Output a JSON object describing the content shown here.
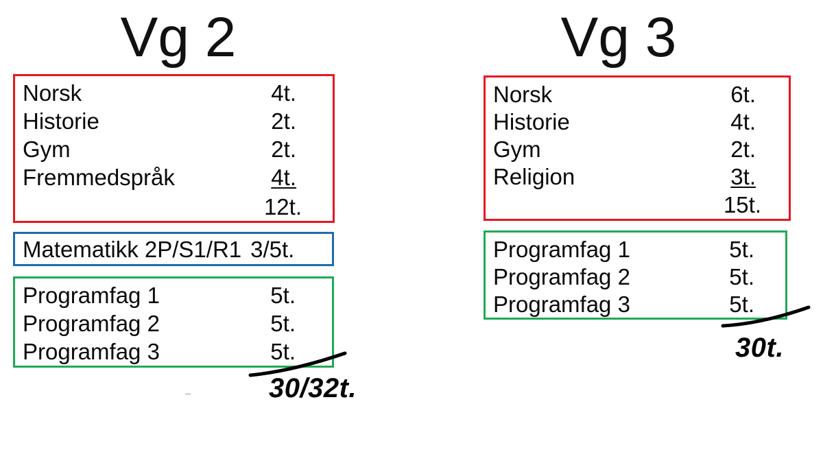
{
  "columns": [
    {
      "title": "Vg 2",
      "groups": [
        {
          "name": "common-subjects",
          "color": "#e8171f",
          "rows": [
            {
              "subject": "Norsk",
              "hours": "4t."
            },
            {
              "subject": "Historie",
              "hours": "2t."
            },
            {
              "subject": "Gym",
              "hours": "2t."
            },
            {
              "subject": "Fremmedspråk",
              "hours": "4t."
            },
            {
              "subject": "",
              "hours": "12t."
            }
          ]
        },
        {
          "name": "mathematics",
          "color": "#1f6cb0",
          "label": "Matematikk 2P/S1/R1",
          "hours": "3/5t."
        },
        {
          "name": "program-subjects",
          "color": "#1faa55",
          "rows": [
            {
              "subject": "Programfag 1",
              "hours": "5t."
            },
            {
              "subject": "Programfag 2",
              "hours": "5t."
            },
            {
              "subject": "Programfag 3",
              "hours": "5t."
            }
          ]
        }
      ],
      "total": "30/32t."
    },
    {
      "title": "Vg 3",
      "groups": [
        {
          "name": "common-subjects",
          "color": "#e8171f",
          "rows": [
            {
              "subject": "Norsk",
              "hours": "6t."
            },
            {
              "subject": "Historie",
              "hours": "4t."
            },
            {
              "subject": "Gym",
              "hours": "2t."
            },
            {
              "subject": "Religion",
              "hours": "3t."
            },
            {
              "subject": "",
              "hours": "15t."
            }
          ]
        },
        {
          "name": "program-subjects",
          "color": "#1faa55",
          "rows": [
            {
              "subject": "Programfag 1",
              "hours": "5t."
            },
            {
              "subject": "Programfag 2",
              "hours": "5t."
            },
            {
              "subject": "Programfag 3",
              "hours": "5t."
            }
          ]
        }
      ],
      "total": "30t."
    }
  ]
}
